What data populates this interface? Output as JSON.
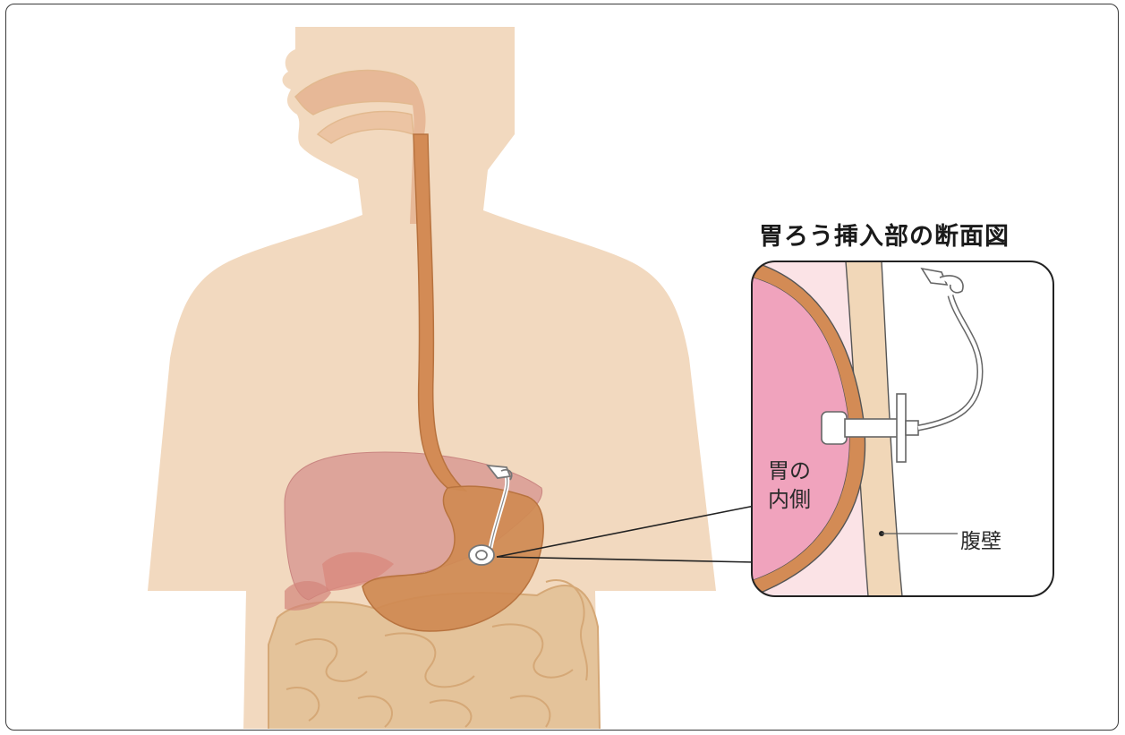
{
  "figure": {
    "title": "胃ろう挿入部の断面図",
    "labels": {
      "stomach_inside_line1": "胃の",
      "stomach_inside_line2": "内側",
      "abdominal_wall": "腹壁"
    }
  },
  "colors": {
    "skin": "#f2d9bf",
    "skin_outline": "#e2b98f",
    "esophagus": "#d38b55",
    "stomach": "#cf8a52",
    "liver": "#d99a93",
    "intestine": "#e4c39a",
    "stomach_inside": "#f0a3bd",
    "mucosa_outer": "#fbe3e6",
    "wall": "#f1d7b8"
  },
  "icons": {
    "tube": "gastrostomy-tube-icon"
  }
}
